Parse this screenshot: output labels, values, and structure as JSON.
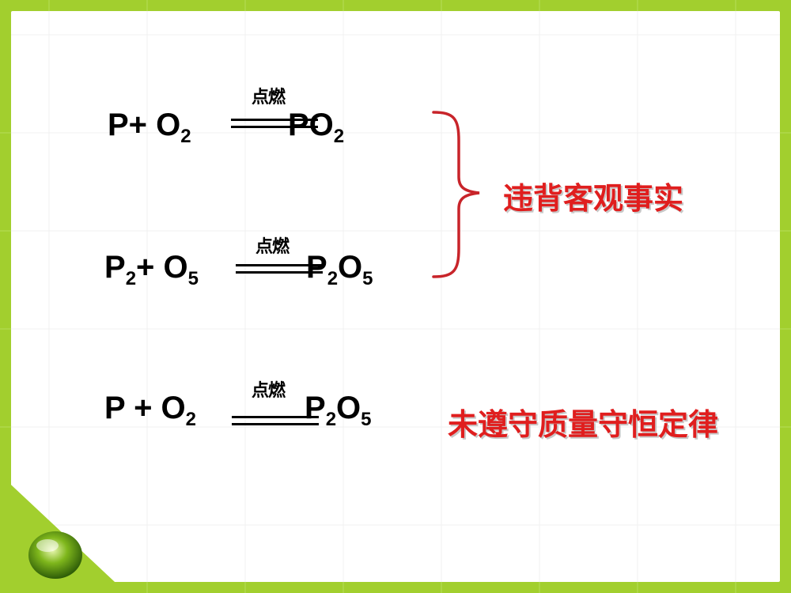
{
  "equations": [
    {
      "left": [
        "P+ O",
        "2"
      ],
      "condition": "点燃",
      "right": [
        "PO",
        "2"
      ]
    },
    {
      "left": [
        "P",
        "2",
        "+ O",
        "5"
      ],
      "condition": "点燃",
      "right": [
        "P",
        "2",
        "O",
        "5"
      ]
    },
    {
      "left": [
        "P + O",
        "2"
      ],
      "condition": "点燃",
      "right": [
        "P",
        "2",
        "O",
        "5"
      ]
    }
  ],
  "notes": {
    "brace_note": "违背客观事实",
    "bottom_note": "未遵守质量守恒定律"
  },
  "colors": {
    "frame": "#a2cf2e",
    "note": "#e01e1e",
    "brace": "#c8242a"
  },
  "icons": {
    "brace": "curly-brace-icon",
    "orb": "green-orb-decoration"
  }
}
